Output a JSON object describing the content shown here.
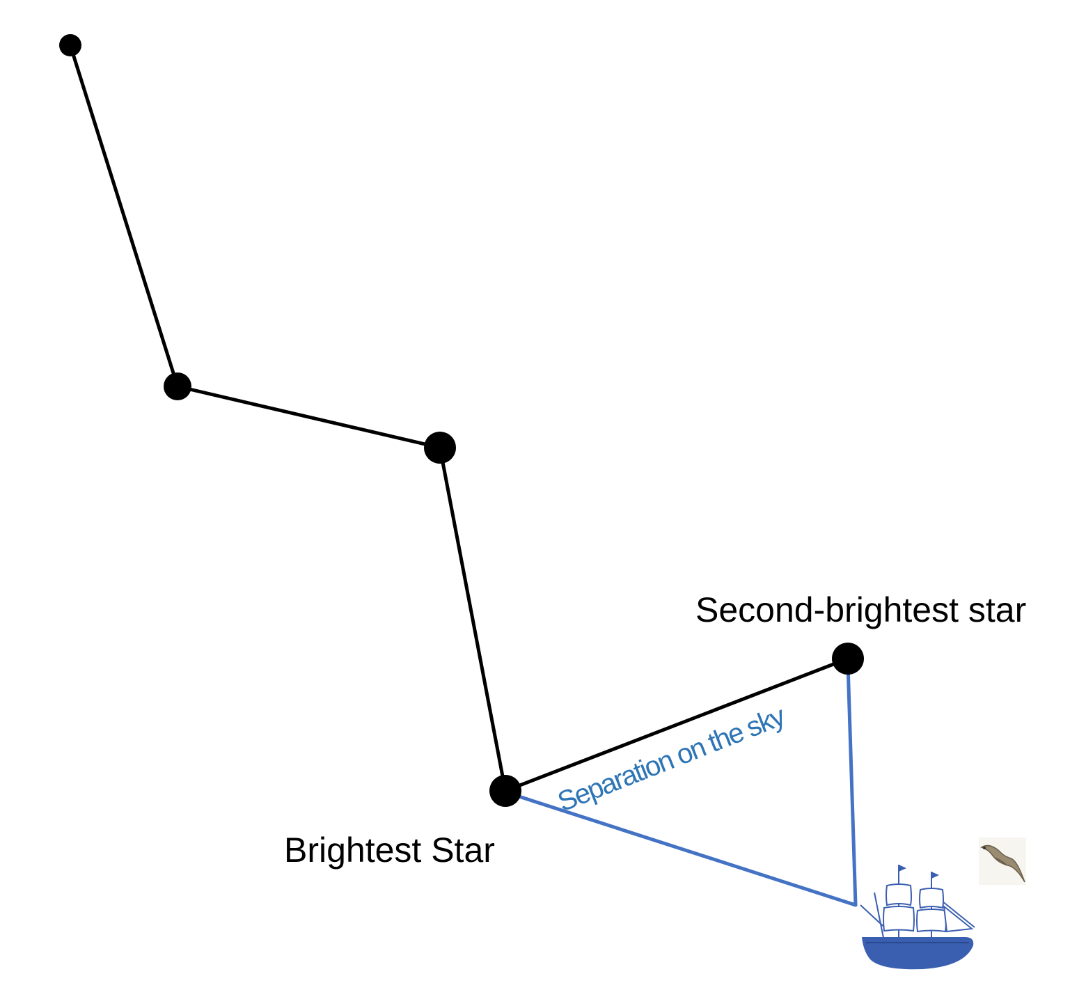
{
  "labels": {
    "second_star": "Second-brightest star",
    "brightest_star": "Brightest Star",
    "separation": "Separation on the sky"
  },
  "colors": {
    "constellation": "#000000",
    "sightlines": "#4472c4",
    "separation_text": "#2e75b6",
    "ship_hull": "#3b5fb0",
    "albatross": "#8a8070"
  },
  "icons": {
    "ship": "sailing-ship-icon",
    "bird": "albatross-icon"
  }
}
